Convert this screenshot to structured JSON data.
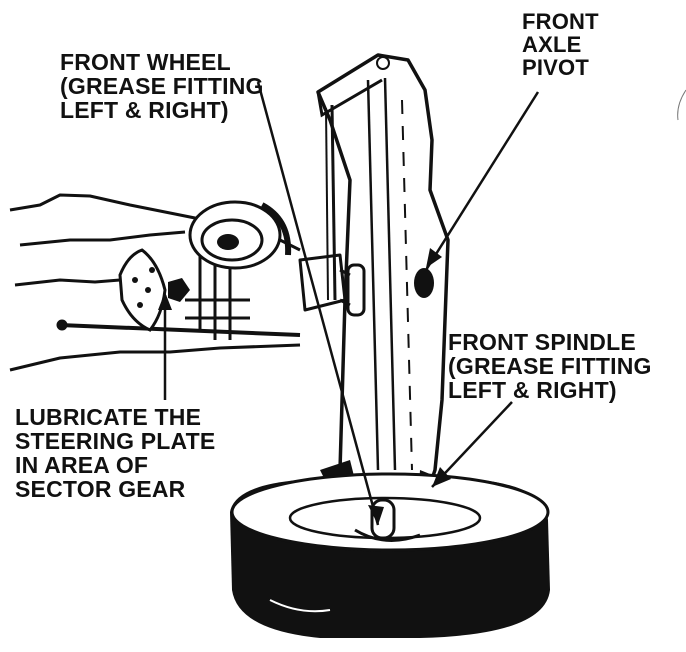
{
  "labels": {
    "front_axle_pivot": "FRONT\nAXLE\nPIVOT",
    "front_wheel": "FRONT WHEEL\n(GREASE FITTING\nLEFT & RIGHT)",
    "front_spindle": "FRONT SPINDLE\n(GREASE FITTING\nLEFT & RIGHT)",
    "steering_plate": "LUBRICATE THE\nSTEERING PLATE\nIN AREA OF\nSECTOR GEAR"
  },
  "colors": {
    "ink": "#111111",
    "paper": "#ffffff"
  }
}
